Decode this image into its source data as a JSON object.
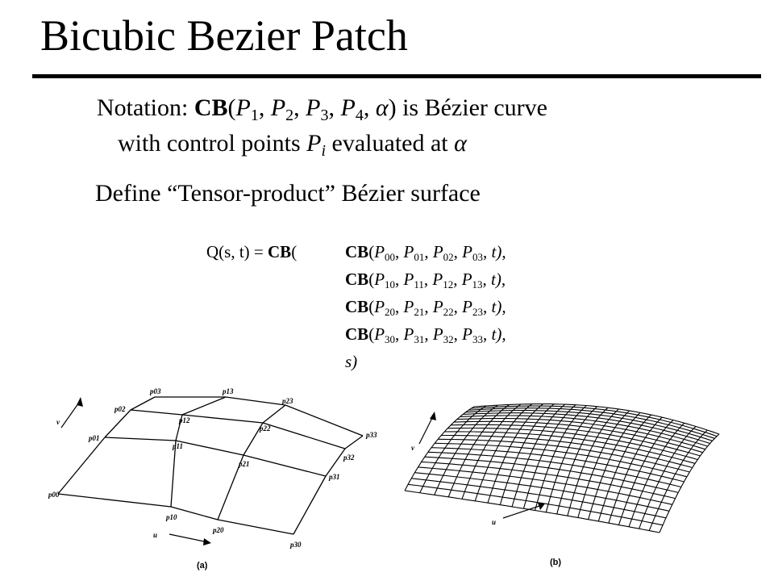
{
  "title": "Bicubic Bezier Patch",
  "notation": {
    "prefix": "Notation: ",
    "cb": "CB",
    "args_open": "(",
    "p": "P",
    "i1": "1",
    "i2": "2",
    "i3": "3",
    "i4": "4",
    "sep": ", ",
    "alpha": "α",
    "args_close": ")",
    "suffix": " is Bézier curve",
    "line2_prefix": "with control points ",
    "line2_sub": "i",
    "line2_suffix": " evaluated at "
  },
  "define_text": "Define “Tensor-product” Bézier surface",
  "equation": {
    "lhs": "Q(s, t) = ",
    "cb": "CB",
    "open": "(",
    "rows": [
      {
        "sub": [
          "00",
          "01",
          "02",
          "03"
        ],
        "end": "t),"
      },
      {
        "sub": [
          "10",
          "11",
          "12",
          "13"
        ],
        "end": "t),"
      },
      {
        "sub": [
          "20",
          "21",
          "22",
          "23"
        ],
        "end": "t),"
      },
      {
        "sub": [
          "30",
          "31",
          "32",
          "33"
        ],
        "end": "t),"
      }
    ],
    "last": "s)"
  },
  "figures": {
    "a": {
      "caption": "(a)",
      "u_label": "u",
      "v_label": "v",
      "points": {
        "p00": "p00",
        "p01": "p01",
        "p02": "p02",
        "p03": "p03",
        "p10": "p10",
        "p11": "p11",
        "p12": "p12",
        "p13": "p13",
        "p20": "p20",
        "p21": "p21",
        "p22": "p22",
        "p23": "p23",
        "p30": "p30",
        "p31": "p31",
        "p32": "p32",
        "p33": "p33"
      }
    },
    "b": {
      "caption": "(b)",
      "u_label": "u",
      "v_label": "v"
    }
  }
}
